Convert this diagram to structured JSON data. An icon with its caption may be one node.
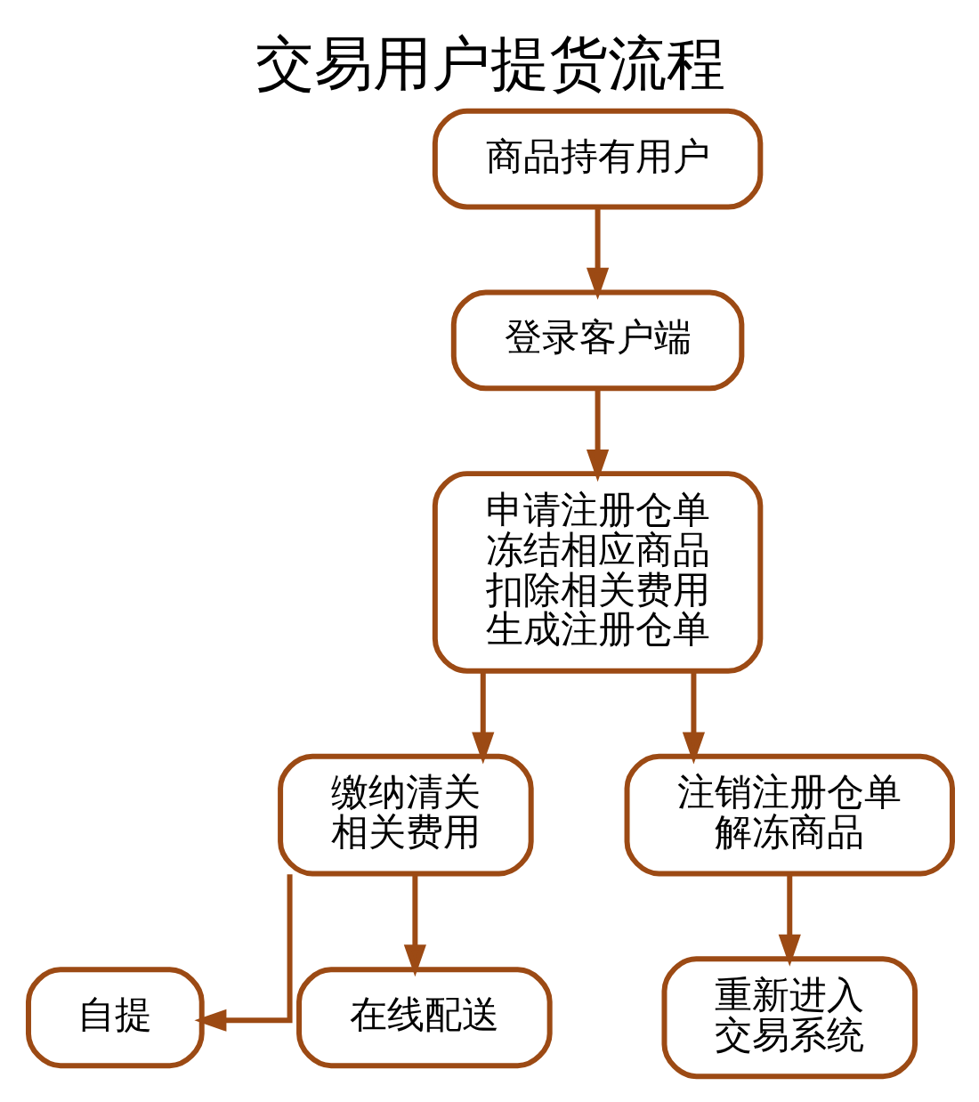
{
  "diagram": {
    "title": "交易用户提货流程",
    "nodes": [
      {
        "text": [
          "商品持有用户"
        ]
      },
      {
        "text": [
          "登录客户端"
        ]
      },
      {
        "text": [
          "申请注册仓单",
          "冻结相应商品",
          "扣除相关费用",
          "生成注册仓单"
        ]
      },
      {
        "text": [
          "缴纳清关相关费用"
        ]
      },
      {
        "text": [
          "注销注册仓单",
          "解冻商品"
        ]
      },
      {
        "text": [
          "自提"
        ]
      },
      {
        "text": [
          "在线配送"
        ]
      },
      {
        "text": [
          "重新进入交易系统"
        ]
      }
    ],
    "edges": [
      {
        "from": 0,
        "to": 1,
        "arrow": "to"
      },
      {
        "from": 1,
        "to": 2,
        "arrow": "to"
      },
      {
        "from": 2,
        "to": 3,
        "arrow": "to"
      },
      {
        "from": 2,
        "to": 4,
        "arrow": "to"
      },
      {
        "from": 3,
        "to": 5,
        "arrow": "to"
      },
      {
        "from": 3,
        "to": 6,
        "arrow": "to"
      },
      {
        "from": 4,
        "to": 7,
        "arrow": "to"
      }
    ]
  }
}
